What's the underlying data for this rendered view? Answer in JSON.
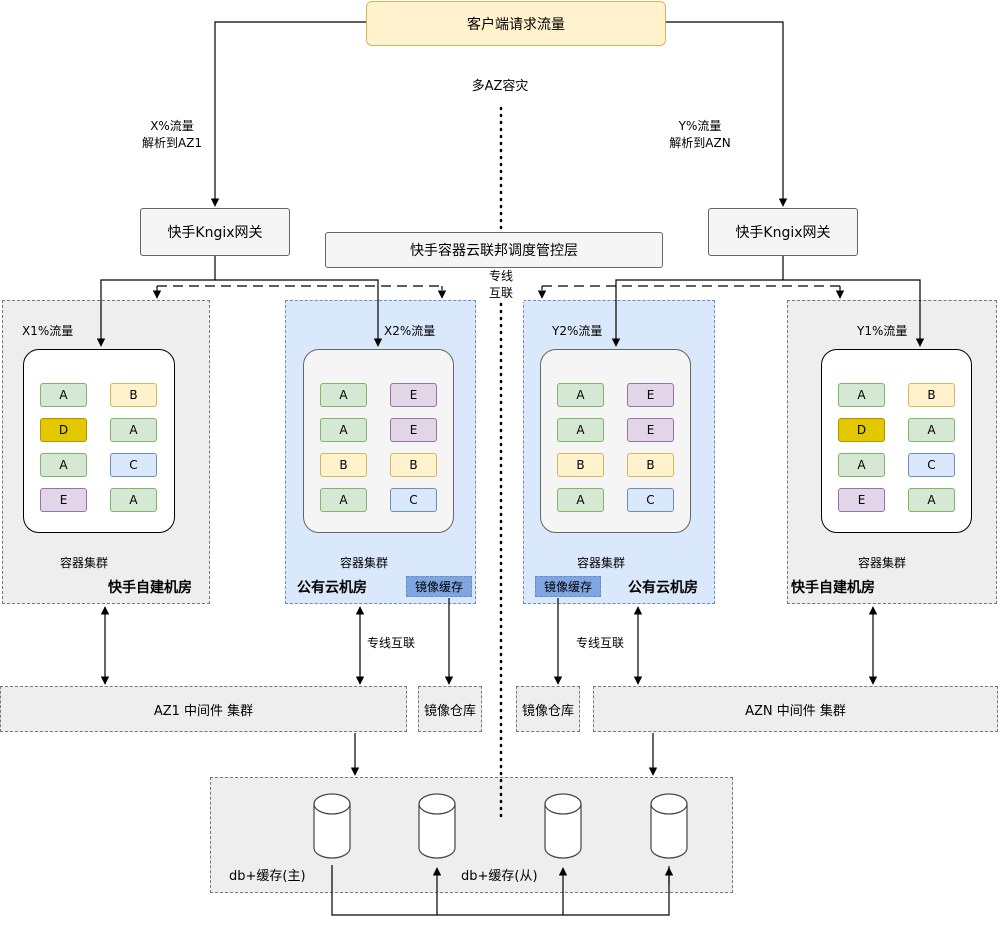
{
  "client_traffic": "客户端请求流量",
  "multi_az_label": "多AZ容灾",
  "left_route": {
    "percent": "X%流量",
    "resolve": "解析到AZ1"
  },
  "right_route": {
    "percent": "Y%流量",
    "resolve": "解析到AZN"
  },
  "gateway_label": "快手Kngix网关",
  "federation_layer": "快手容器云联邦调度管控层",
  "dedicated_link_stacked": [
    "专线",
    "互联"
  ],
  "dedicated_link": "专线互联",
  "container_cluster": "容器集群",
  "image_cache": "镜像缓存",
  "image_repo": "镜像仓库",
  "rooms": [
    {
      "traffic": "X1%流量",
      "name": "快手自建机房",
      "pods": [
        [
          "A",
          "B"
        ],
        [
          "D",
          "A"
        ],
        [
          "A",
          "C"
        ],
        [
          "E",
          "A"
        ]
      ]
    },
    {
      "traffic": "X2%流量",
      "name": "公有云机房",
      "pods": [
        [
          "A",
          "E"
        ],
        [
          "A",
          "E"
        ],
        [
          "B",
          "B"
        ],
        [
          "A",
          "C"
        ]
      ]
    },
    {
      "traffic": "Y2%流量",
      "name": "公有云机房",
      "pods": [
        [
          "A",
          "E"
        ],
        [
          "A",
          "E"
        ],
        [
          "B",
          "B"
        ],
        [
          "A",
          "C"
        ]
      ]
    },
    {
      "traffic": "Y1%流量",
      "name": "快手自建机房",
      "pods": [
        [
          "A",
          "B"
        ],
        [
          "D",
          "A"
        ],
        [
          "A",
          "C"
        ],
        [
          "E",
          "A"
        ]
      ]
    }
  ],
  "az1_middleware": "AZ1 中间件 集群",
  "azn_middleware": "AZN 中间件 集群",
  "db_primary": "db+缓存(主)",
  "db_replica": "db+缓存(从)",
  "colors": {
    "A": "#d5e8d4",
    "B": "#fff2cc",
    "C": "#dae8fc",
    "D": "#e3c800",
    "E": "#e1d5e7",
    "cloud": "#dae8fc",
    "room": "#eeeeee"
  }
}
